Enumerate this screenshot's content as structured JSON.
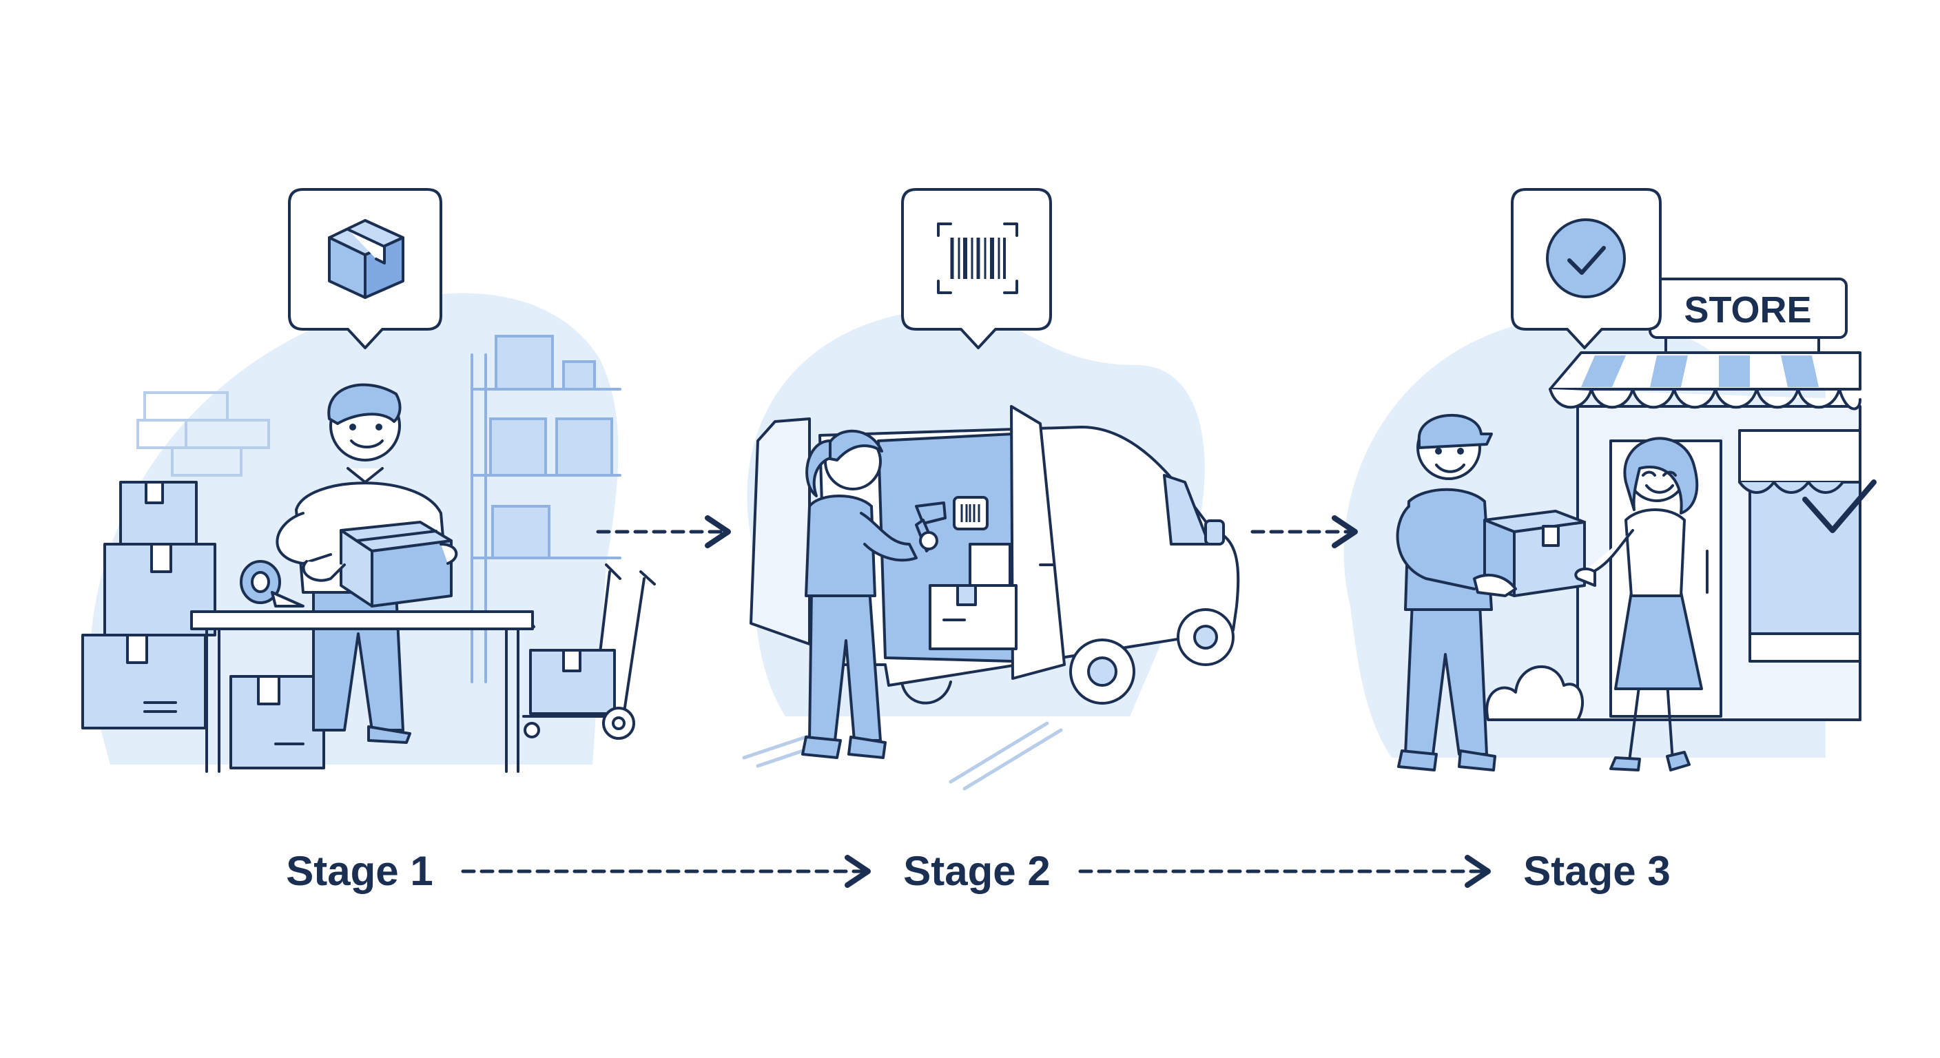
{
  "stages": [
    {
      "label": "Stage 1",
      "icon": "package-box-icon"
    },
    {
      "label": "Stage 2",
      "icon": "barcode-scan-icon"
    },
    {
      "label": "Stage 3",
      "icon": "checkmark-circle-icon"
    }
  ],
  "store_sign": "STORE",
  "colors": {
    "ink": "#1b2f52",
    "blob": "#e3eefb",
    "light_blue": "#c6dbf5",
    "mid_blue": "#9fc2ec",
    "blue": "#7fa9e0"
  }
}
